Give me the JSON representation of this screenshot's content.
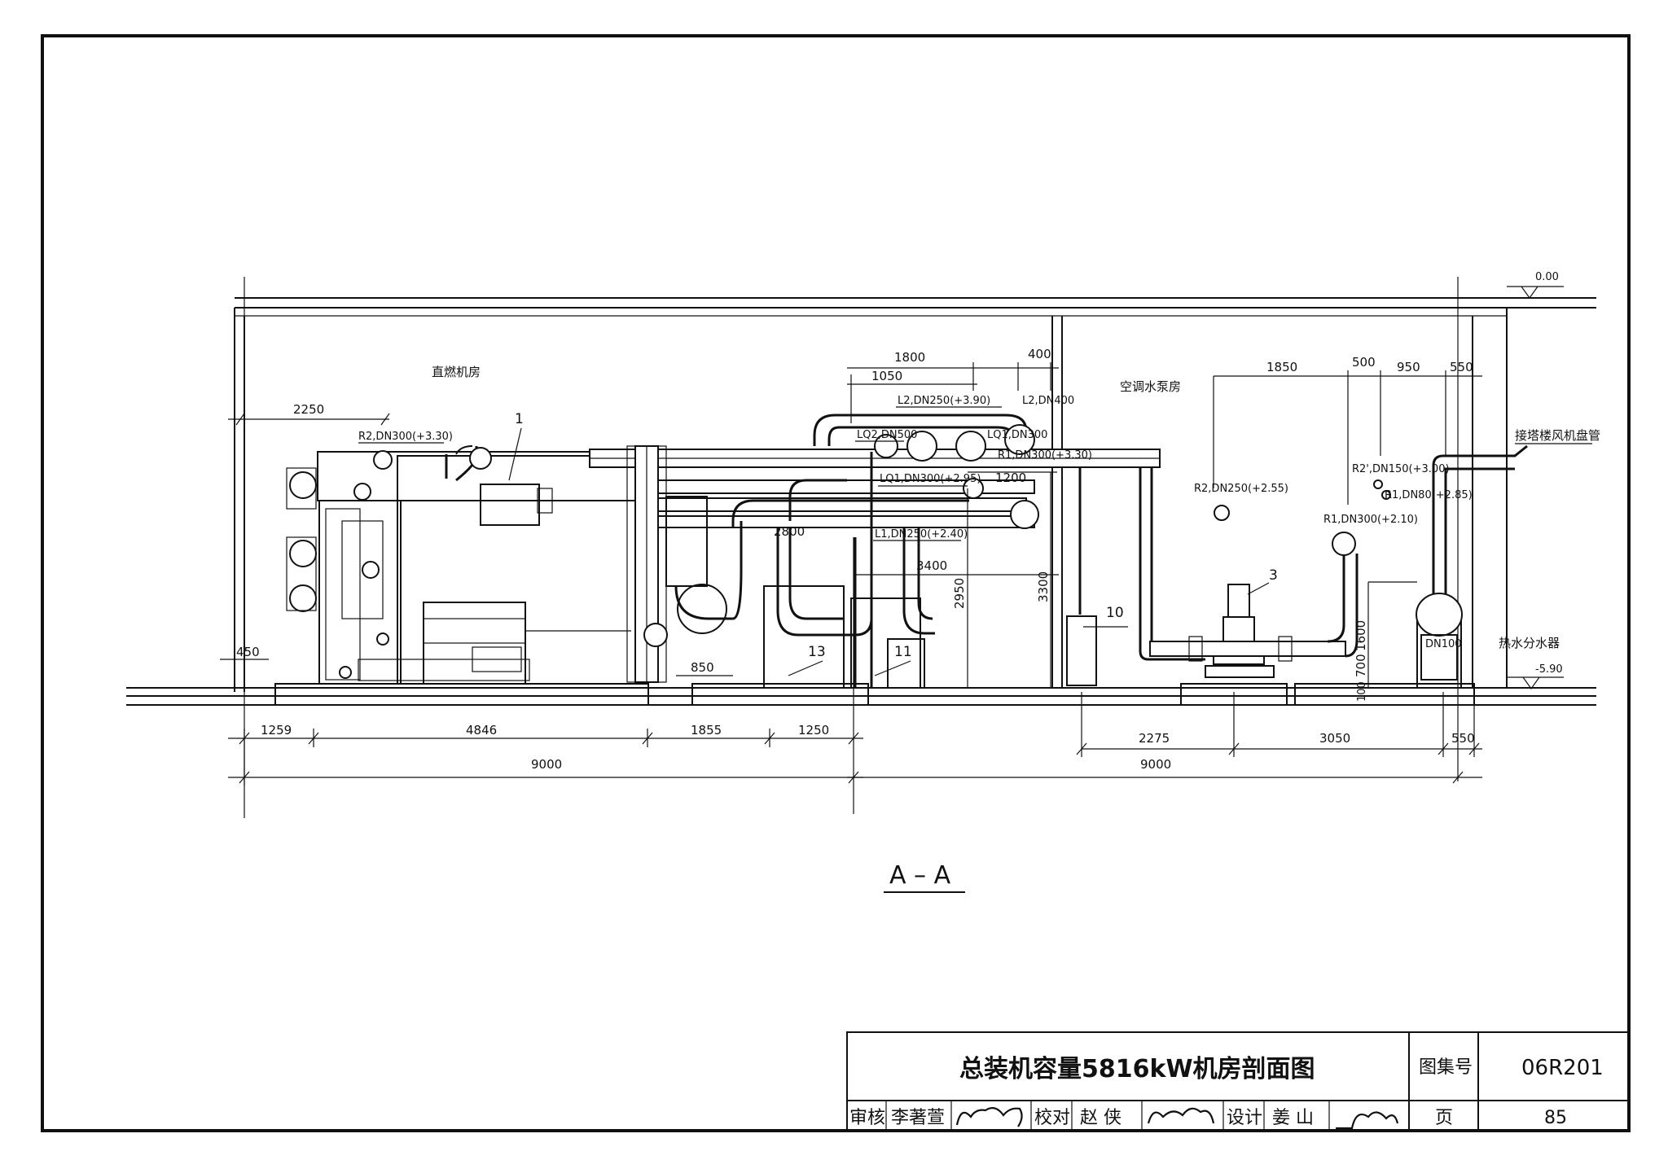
{
  "drawing": {
    "section_title": "A – A",
    "rooms": {
      "boiler_room": "直燃机房",
      "pump_room": "空调水泵房"
    },
    "levels": {
      "ground": "0.00",
      "floor": "-5.90"
    },
    "dimensions": {
      "d2250": "2250",
      "d1800": "1800",
      "d400": "400",
      "d1050": "1050",
      "d1850": "1850",
      "d500": "500",
      "d950": "950",
      "d550_top": "550",
      "d1200": "1200",
      "d3400": "3400",
      "d2950": "2950",
      "d3300": "3300",
      "d2800": "2800",
      "d1600": "1600",
      "d700": "700",
      "d100": "100",
      "d450": "450",
      "d850": "850",
      "d1259": "1259",
      "d4846": "4846",
      "d1855": "1855",
      "d1250": "1250",
      "d2275": "2275",
      "d3050": "3050",
      "d550_bot": "550",
      "d9000_left": "9000",
      "d9000_right": "9000"
    },
    "pipe_labels": {
      "r2_dn300": "R2,DN300(+3.30)",
      "l2_dn250": "L2,DN250(+3.90)",
      "l2_dn400": "L2,DN400",
      "lq2_dn500": "LQ2,DN500",
      "lq1_dn300_a": "LQ1,DN300",
      "r1_dn300_330": "R1,DN300(+3.30)",
      "lq1_dn300_295": "LQ1,DN300(+2.95)",
      "l1_dn250": "L1,DN250(+2.40)",
      "r2_dn250": "R2,DN250(+2.55)",
      "r2p_dn150": "R2',DN150(+3.00)",
      "r1_dn80": "R1,DN80(+2.85)",
      "r1_dn300_210": "R1,DN300(+2.10)",
      "dn100": "DN100"
    },
    "notes": {
      "fan_coil": "接塔楼风机盘管",
      "distributor": "热水分水器"
    },
    "item_numbers": {
      "n1": "1",
      "n3": "3",
      "n10": "10",
      "n11": "11",
      "n13": "13"
    }
  },
  "title_block": {
    "title": "总装机容量5816kW机房剖面图",
    "atlas_label": "图集号",
    "atlas_no": "06R201",
    "review_label": "审核",
    "reviewer": "李著萱",
    "check_label": "校对",
    "checker": "赵 侠",
    "design_label": "设计",
    "designer": "姜 山",
    "page_label": "页",
    "page_no": "85"
  }
}
